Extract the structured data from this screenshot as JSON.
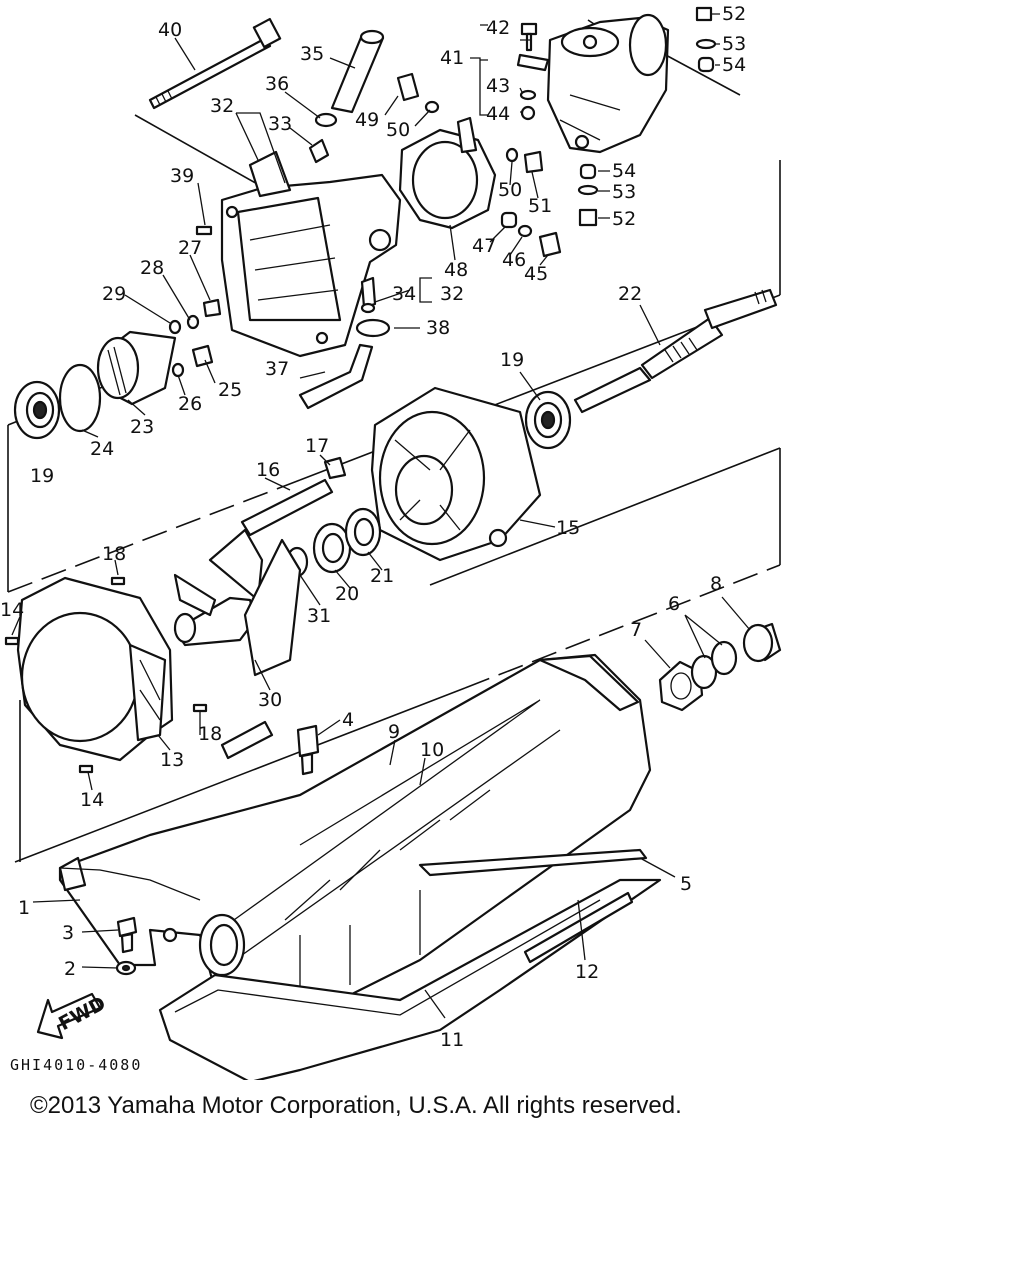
{
  "diagram": {
    "drawing_code": "GHI4010-4080",
    "copyright": "©2013 Yamaha Motor Corporation, U.S.A. All rights reserved.",
    "fwd_label": "FWD",
    "labels": {
      "p1": "1",
      "p2": "2",
      "p3": "3",
      "p4": "4",
      "p5": "5",
      "p6": "6",
      "p7": "7",
      "p8": "8",
      "p9": "9",
      "p10": "10",
      "p11": "11",
      "p12": "12",
      "p13": "13",
      "p14a": "14",
      "p14b": "14",
      "p15": "15",
      "p16": "16",
      "p17": "17",
      "p18a": "18",
      "p18b": "18",
      "p19a": "19",
      "p19b": "19",
      "p20": "20",
      "p21": "21",
      "p22": "22",
      "p23": "23",
      "p24": "24",
      "p25": "25",
      "p26": "26",
      "p27": "27",
      "p28": "28",
      "p29": "29",
      "p30": "30",
      "p31": "31",
      "p32a": "32",
      "p32b": "32",
      "p33": "33",
      "p34": "34",
      "p35": "35",
      "p36": "36",
      "p37": "37",
      "p38": "38",
      "p39": "39",
      "p40": "40",
      "p41": "41",
      "p42": "42",
      "p43": "43",
      "p44": "44",
      "p45": "45",
      "p46": "46",
      "p47": "47",
      "p48": "48",
      "p49": "49",
      "p50a": "50",
      "p50b": "50",
      "p51": "51",
      "p52a": "52",
      "p52b": "52",
      "p53a": "53",
      "p53b": "53",
      "p54a": "54",
      "p54b": "54"
    }
  }
}
